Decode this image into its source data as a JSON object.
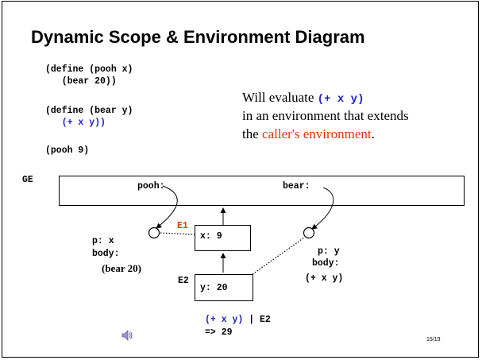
{
  "slide": {
    "title": "Dynamic Scope & Environment Diagram",
    "code": {
      "line1": "(define (pooh x)",
      "line2": "   (bear 20))",
      "line3": "(define (bear y)",
      "line4": "   (+ x y))",
      "line5": "(pooh 9)"
    },
    "note": {
      "part1": "Will evaluate ",
      "expr": "(+ x y)",
      "line2": "in an environment that extends",
      "line3_prefix": "the ",
      "line3_red": "caller's environment",
      "line3_suffix": "."
    },
    "diagram": {
      "ge_label": "GE",
      "pooh_binding": "pooh:",
      "bear_binding": "bear:",
      "e1_label": "E1",
      "e1_binding": "x: 9",
      "e2_label": "E2",
      "e2_binding": "y: 20",
      "pooh_proc": {
        "params": "p: x",
        "body_label": "body:",
        "body": "(bear 20)"
      },
      "bear_proc": {
        "params": "p: y",
        "body_label": "body:",
        "body": "(+ x y)"
      }
    },
    "result": {
      "expr": "(+ x y)",
      "env": "| E2",
      "value": "=> 29"
    },
    "speaker_icon": "speaker-icon",
    "page_number": "15/19",
    "colors": {
      "code_blue": "#2020c0",
      "highlight_red": "#e03010"
    }
  }
}
